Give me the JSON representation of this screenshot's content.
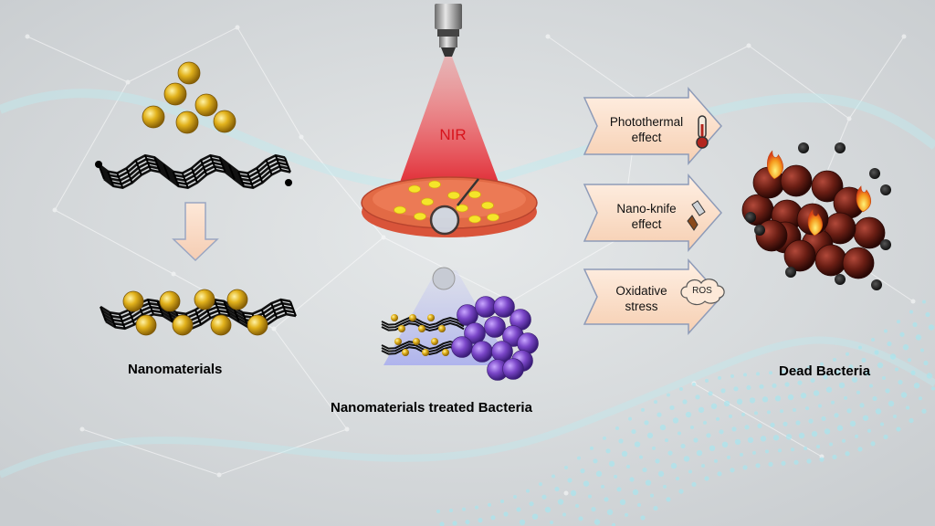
{
  "labels": {
    "nanomaterials": "Nanomaterials",
    "treated_bacteria": "Nanomaterials treated Bacteria",
    "dead_bacteria": "Dead Bacteria",
    "nir": "NIR",
    "ros": "ROS"
  },
  "effects": [
    {
      "line1": "Photothermal",
      "line2": "effect",
      "icon": "thermometer-icon"
    },
    {
      "line1": "Nano-knife",
      "line2": "effect",
      "icon": "knife-icon"
    },
    {
      "line1": "Oxidative",
      "line2": "stress",
      "icon": "ros-cloud-icon"
    }
  ],
  "colors": {
    "background": "#d6dadc",
    "gold_particle": "#d9a514",
    "nanosheet": "#111111",
    "arrow_fill": "#fbe0cc",
    "arrow_stroke": "#8e9bb8",
    "nir_beam": "#e83a3a",
    "petri_dish": "#e26a45",
    "bacteria_purple": "#7a46c8",
    "dead_bacteria": "#6a1e14",
    "flame": "#f39a1c"
  }
}
